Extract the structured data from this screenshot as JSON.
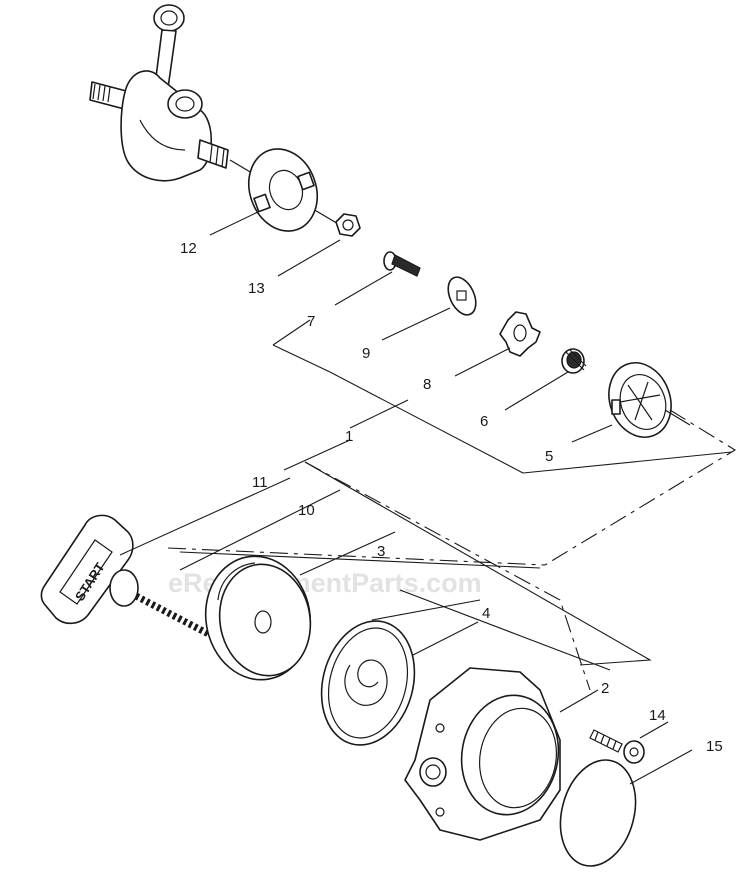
{
  "callouts": [
    {
      "id": "1",
      "label": "1"
    },
    {
      "id": "2",
      "label": "2"
    },
    {
      "id": "3",
      "label": "3"
    },
    {
      "id": "4",
      "label": "4"
    },
    {
      "id": "5",
      "label": "5"
    },
    {
      "id": "6",
      "label": "6"
    },
    {
      "id": "7",
      "label": "7"
    },
    {
      "id": "8",
      "label": "8"
    },
    {
      "id": "9",
      "label": "9"
    },
    {
      "id": "10",
      "label": "10"
    },
    {
      "id": "11",
      "label": "11"
    },
    {
      "id": "12",
      "label": "12"
    },
    {
      "id": "13",
      "label": "13"
    },
    {
      "id": "14",
      "label": "14"
    },
    {
      "id": "15",
      "label": "15"
    }
  ],
  "handle_text": "START",
  "watermark": "eReplacementParts.com",
  "colors": {
    "ink": "#1a1a1a",
    "watermark": "#e2e2e2",
    "background": "#ffffff"
  }
}
